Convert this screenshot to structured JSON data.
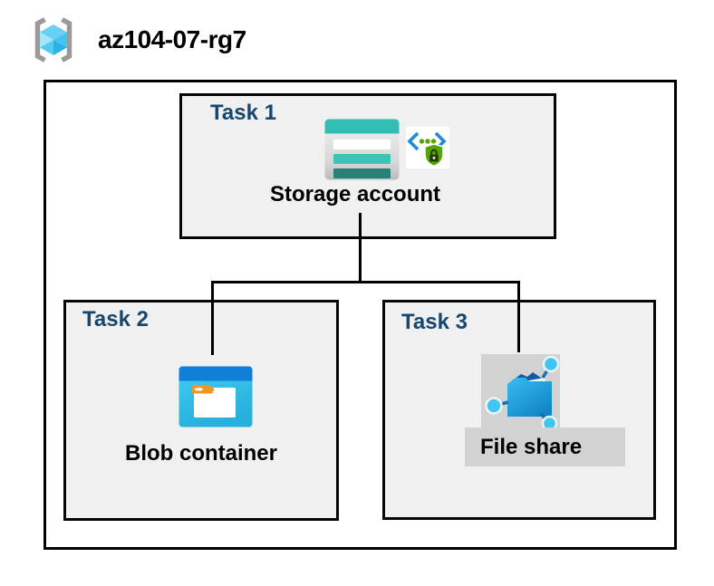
{
  "header": {
    "resource_group_name": "az104-07-rg7",
    "icon": "resource-group-icon"
  },
  "tasks": [
    {
      "label": "Task 1",
      "resource": "Storage account",
      "icons": [
        "storage-account-icon",
        "secure-endpoint-icon"
      ]
    },
    {
      "label": "Task 2",
      "resource": "Blob container",
      "icons": [
        "blob-container-icon"
      ]
    },
    {
      "label": "Task 3",
      "resource": "File share",
      "icons": [
        "file-share-icon"
      ],
      "highlighted": true
    }
  ],
  "colors": {
    "task_label_blue": "#17466F",
    "box_background": "#F0F0F0",
    "highlight_gray": "#D2D2D2",
    "border_black": "#000000",
    "storage_teal": "#32BEB4",
    "storage_teal_dark": "#258277",
    "blob_header_blue": "#0F7FD7",
    "blob_body_cyan": "#35C1EE",
    "folder_tab_orange": "#F7941E",
    "fileshare_folder_blue": "#1183C8",
    "fileshare_flap_navy": "#1459A3",
    "node_cyan": "#41C6F3",
    "bracket_gray": "#9A9A9A",
    "cube_cyan": "#45C4EE",
    "shield_green": "#57A300",
    "angle_bracket_blue": "#1E8BD1"
  }
}
